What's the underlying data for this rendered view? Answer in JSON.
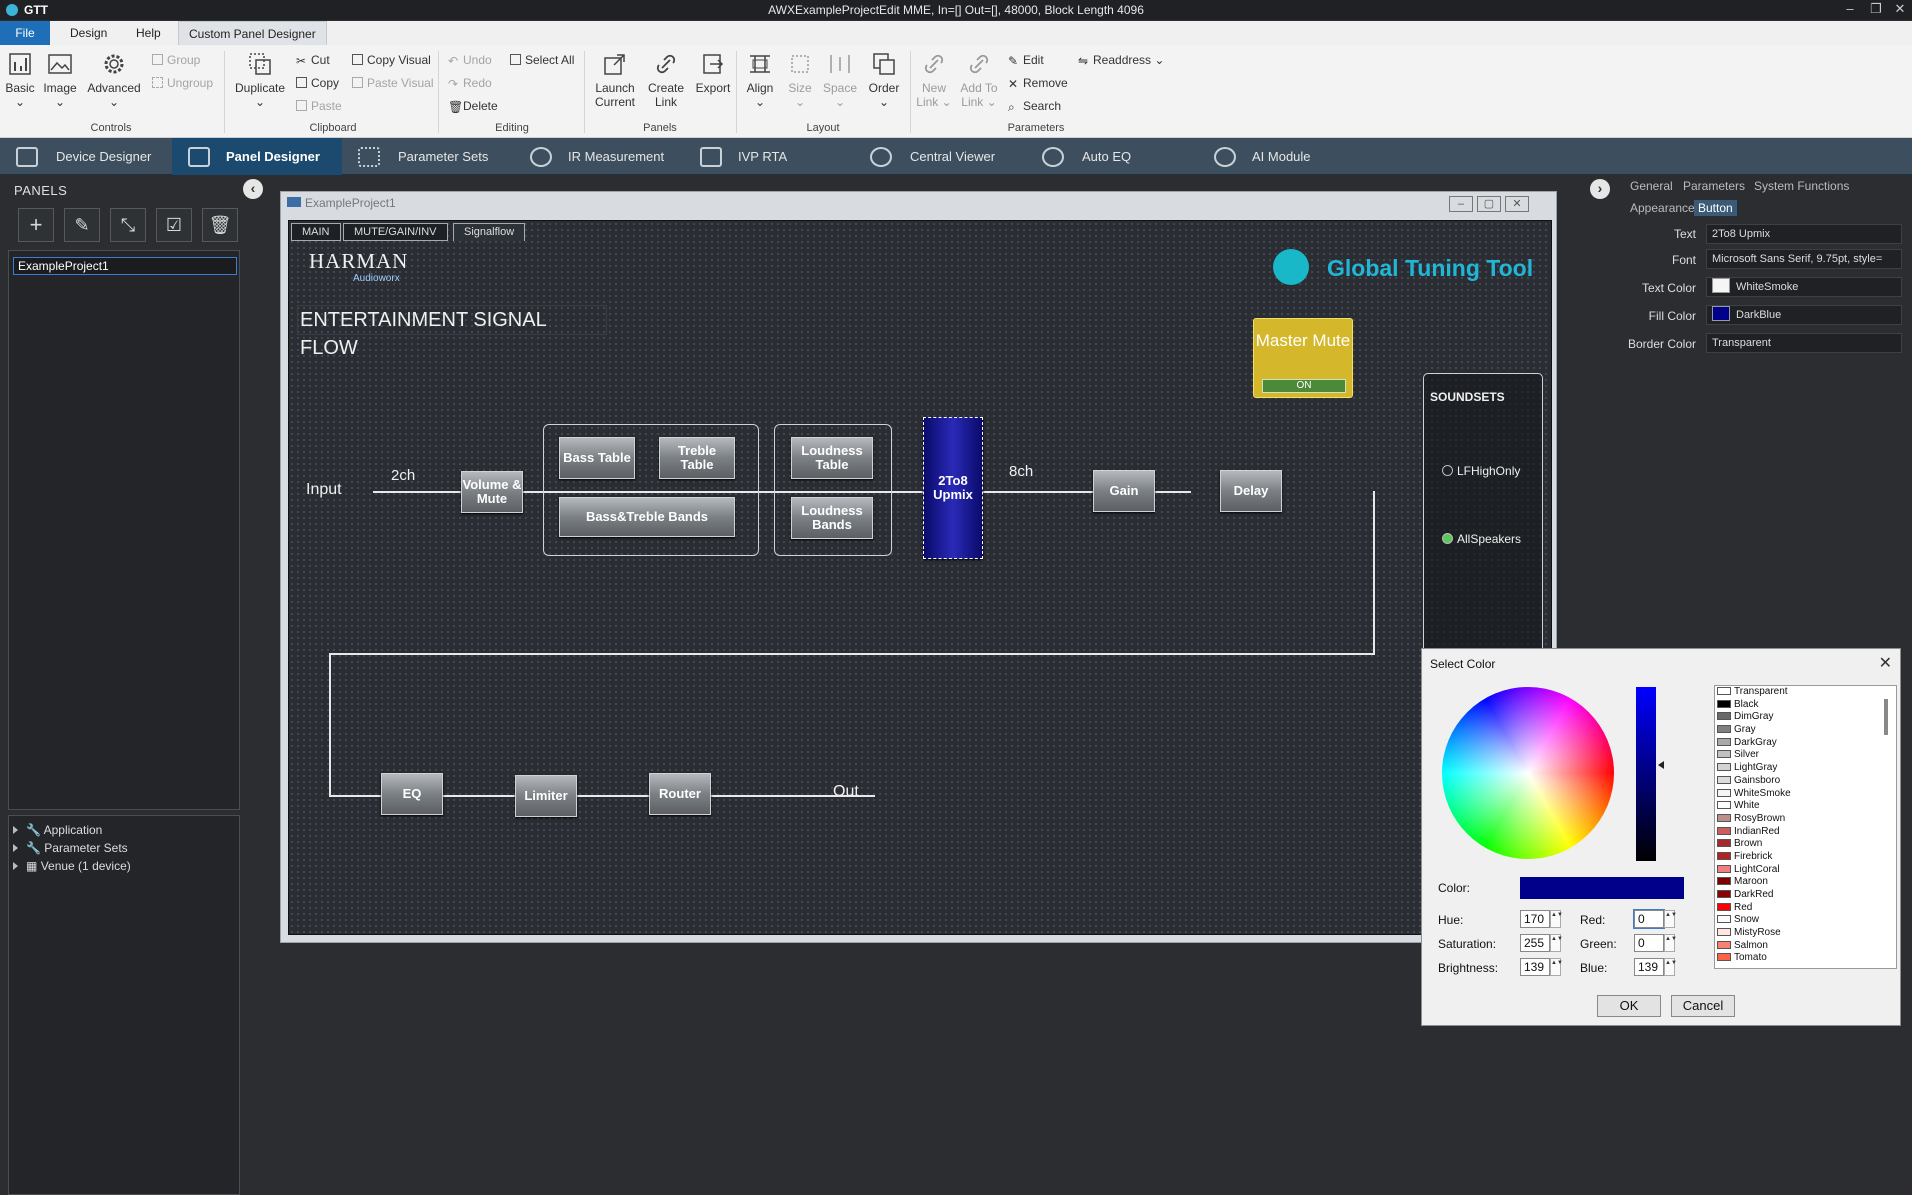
{
  "app": {
    "name": "GTT",
    "window_title": "AWXExampleProjectEdit MME, In=[] Out=[], 48000, Block Length 4096"
  },
  "menu": [
    "File",
    "Design",
    "Help",
    "Custom Panel Designer"
  ],
  "ribbon": {
    "controls": {
      "basic": "Basic",
      "image": "Image",
      "advanced": "Advanced",
      "group": "Group",
      "ungroup": "Ungroup",
      "label": "Controls"
    },
    "clipboard": {
      "duplicate": "Duplicate",
      "cut": "Cut",
      "copy": "Copy",
      "paste": "Paste",
      "copy_visual": "Copy Visual",
      "paste_visual": "Paste Visual",
      "label": "Clipboard"
    },
    "editing": {
      "undo": "Undo",
      "redo": "Redo",
      "delete": "Delete",
      "select_all": "Select All",
      "label": "Editing"
    },
    "panels": {
      "launch": "Launch Current",
      "create_link": "Create Link",
      "export": "Export",
      "label": "Panels"
    },
    "layout": {
      "align": "Align",
      "size": "Size",
      "space": "Space",
      "order": "Order",
      "label": "Layout"
    },
    "parameters": {
      "new_link": "New Link",
      "add_to_link": "Add To Link",
      "edit": "Edit",
      "remove": "Remove",
      "search": "Search",
      "readdress": "Readdress",
      "label": "Parameters"
    }
  },
  "tabs": [
    "Device Designer",
    "Panel Designer",
    "Parameter Sets",
    "IR Measurement",
    "IVP RTA",
    "Central Viewer",
    "Auto EQ",
    "AI Module"
  ],
  "left": {
    "header": "PANELS",
    "project": "ExampleProject1",
    "tree": [
      "Application",
      "Parameter Sets",
      "Venue (1 device)"
    ]
  },
  "canvas": {
    "window_title": "ExampleProject1",
    "subtabs": [
      "MAIN",
      "MUTE/GAIN/INV",
      "Signalflow"
    ],
    "brand": "HARMAN",
    "brand_sub": "Audioworx",
    "gtt_logo": "Global Tuning Tool",
    "heading": "ENTERTAINMENT SIGNAL FLOW",
    "master_mute": "Master Mute",
    "mute_state": "ON",
    "input": "Input",
    "ch2": "2ch",
    "ch8": "8ch",
    "out": "Out",
    "blocks": {
      "volume": "Volume & Mute",
      "bass_table": "Bass Table",
      "treble_table": "Treble Table",
      "bass_treble_bands": "Bass&Treble Bands",
      "loudness_table": "Loudness Table",
      "loudness_bands": "Loudness Bands",
      "upmix": "2To8 Upmix",
      "gain": "Gain",
      "delay": "Delay",
      "eq": "EQ",
      "limiter": "Limiter",
      "router": "Router"
    },
    "soundsets": {
      "title": "SOUNDSETS",
      "items": [
        "LFHighOnly",
        "AllSpeakers"
      ]
    }
  },
  "props": {
    "tabs": [
      "General",
      "Parameters",
      "System Functions",
      "Appearance",
      "Button"
    ],
    "text_label": "Text",
    "text": "2To8 Upmix",
    "font_label": "Font",
    "font": "Microsoft Sans Serif, 9.75pt, style=",
    "text_color_label": "Text Color",
    "text_color": "WhiteSmoke",
    "fill_color_label": "Fill Color",
    "fill_color": "DarkBlue",
    "border_color_label": "Border Color",
    "border_color": "Transparent"
  },
  "dialog": {
    "title": "Select Color",
    "color_label": "Color:",
    "hue_label": "Hue:",
    "hue": "170",
    "sat_label": "Saturation:",
    "sat": "255",
    "bri_label": "Brightness:",
    "bri": "139",
    "red_label": "Red:",
    "red": "0",
    "green_label": "Green:",
    "green": "0",
    "blue_label": "Blue:",
    "blue": "139",
    "ok": "OK",
    "cancel": "Cancel",
    "colors": [
      {
        "name": "Transparent",
        "hex": "#ffffff"
      },
      {
        "name": "Black",
        "hex": "#000000"
      },
      {
        "name": "DimGray",
        "hex": "#696969"
      },
      {
        "name": "Gray",
        "hex": "#808080"
      },
      {
        "name": "DarkGray",
        "hex": "#a9a9a9"
      },
      {
        "name": "Silver",
        "hex": "#c0c0c0"
      },
      {
        "name": "LightGray",
        "hex": "#d3d3d3"
      },
      {
        "name": "Gainsboro",
        "hex": "#dcdcdc"
      },
      {
        "name": "WhiteSmoke",
        "hex": "#f5f5f5"
      },
      {
        "name": "White",
        "hex": "#ffffff"
      },
      {
        "name": "RosyBrown",
        "hex": "#bc8f8f"
      },
      {
        "name": "IndianRed",
        "hex": "#cd5c5c"
      },
      {
        "name": "Brown",
        "hex": "#a52a2a"
      },
      {
        "name": "Firebrick",
        "hex": "#b22222"
      },
      {
        "name": "LightCoral",
        "hex": "#f08080"
      },
      {
        "name": "Maroon",
        "hex": "#800000"
      },
      {
        "name": "DarkRed",
        "hex": "#8b0000"
      },
      {
        "name": "Red",
        "hex": "#ff0000"
      },
      {
        "name": "Snow",
        "hex": "#fffafa"
      },
      {
        "name": "MistyRose",
        "hex": "#ffe4e1"
      },
      {
        "name": "Salmon",
        "hex": "#fa8072"
      },
      {
        "name": "Tomato",
        "hex": "#ff6347"
      }
    ]
  },
  "colors": {
    "accent": "#1e6fb8",
    "selected_fill": "#00008b",
    "mute_yellow": "#d4b72a",
    "tab_bar": "#3d4f5e"
  }
}
